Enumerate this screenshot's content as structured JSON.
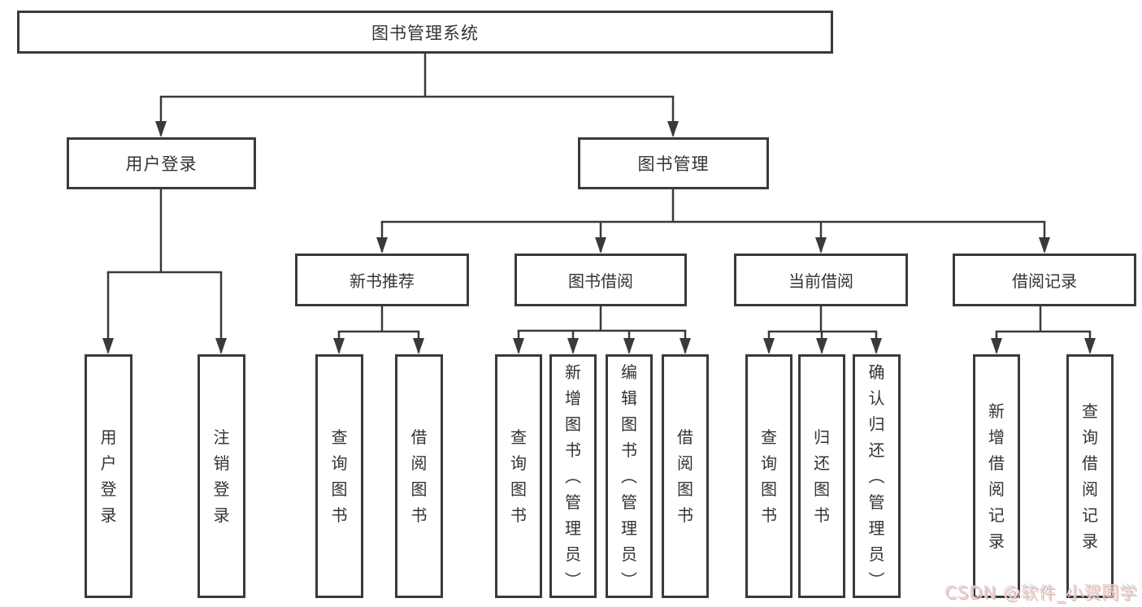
{
  "diagram": {
    "root": {
      "label": "图书管理系统"
    },
    "level2": [
      {
        "label": "用户登录"
      },
      {
        "label": "图书管理"
      }
    ],
    "level3": [
      {
        "label": "新书推荐"
      },
      {
        "label": "图书借阅"
      },
      {
        "label": "当前借阅"
      },
      {
        "label": "借阅记录"
      }
    ],
    "leaves": {
      "user_login": [
        {
          "label": "用户登录"
        },
        {
          "label": "注销登录"
        }
      ],
      "new_book": [
        {
          "label": "查询图书"
        },
        {
          "label": "借阅图书"
        }
      ],
      "book_borrow": [
        {
          "label": "查询图书"
        },
        {
          "label": "新增图书（管理员）"
        },
        {
          "label": "编辑图书（管理员）"
        },
        {
          "label": "借阅图书"
        }
      ],
      "current_borrow": [
        {
          "label": "查询图书"
        },
        {
          "label": "归还图书"
        },
        {
          "label": "确认归还（管理员）"
        }
      ],
      "borrow_record": [
        {
          "label": "新增借阅记录"
        },
        {
          "label": "查询借阅记录"
        }
      ]
    }
  },
  "watermark": {
    "text": "CSDN @软件_小贺同学"
  },
  "colors": {
    "line": "#3a3a3a",
    "box_border": "#3a3a3a",
    "text": "#333333",
    "background": "#ffffff",
    "watermark_text": "#d7dbde",
    "watermark_shadow": "#f0b4ae"
  }
}
